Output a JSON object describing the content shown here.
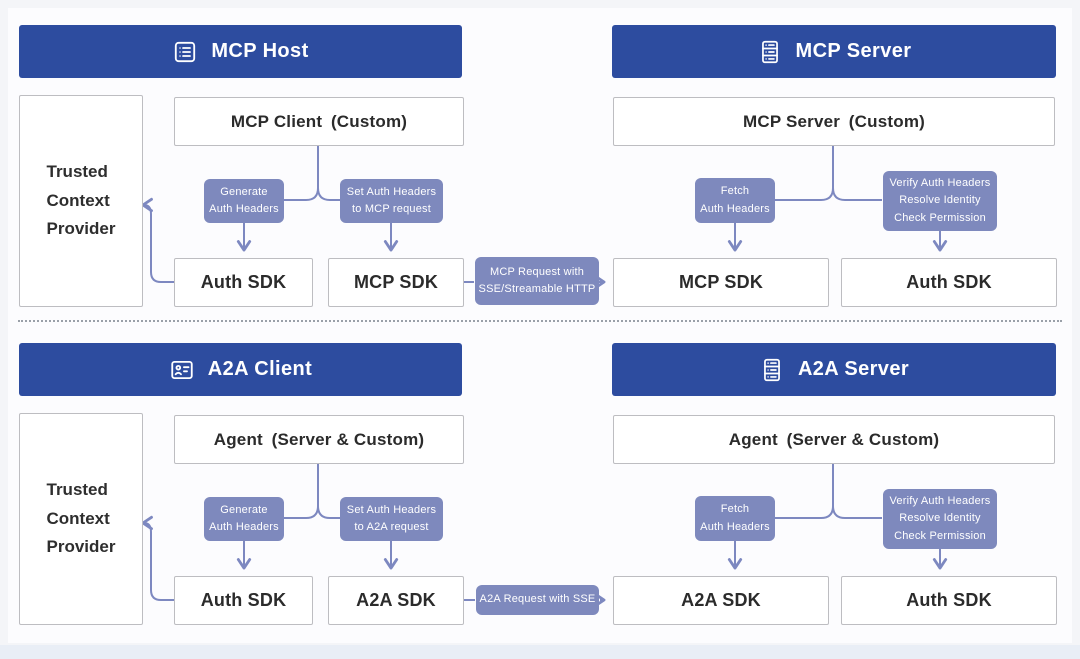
{
  "colors": {
    "header_blue": "#2d4c9f",
    "badge_purple": "#7e89bd",
    "connector": "#7d88c0",
    "box_border": "#bdbdc1",
    "text_dark": "#2b2b2b",
    "canvas_bg": "#fcfcfe",
    "bottom_band": "#e9eef6"
  },
  "trusted_context_provider": {
    "label": "Trusted\nContext\nProvider"
  },
  "top": {
    "host": {
      "header": {
        "label": "MCP Host",
        "icon": "list-icon"
      },
      "main_box": {
        "label": "MCP Client (Custom)"
      },
      "generate_badge": {
        "label": "Generate\nAuth Headers"
      },
      "set_badge": {
        "label": "Set Auth Headers\nto MCP request"
      },
      "auth_sdk": {
        "label": "Auth SDK"
      },
      "protocol_sdk": {
        "label": "MCP SDK"
      }
    },
    "server": {
      "header": {
        "label": "MCP Server",
        "icon": "server-icon"
      },
      "main_box": {
        "label": "MCP Server (Custom)"
      },
      "fetch_badge": {
        "label": "Fetch\nAuth Headers"
      },
      "verify_badge": {
        "label": "Verify Auth Headers\nResolve Identity\nCheck Permission"
      },
      "protocol_sdk": {
        "label": "MCP SDK"
      },
      "auth_sdk": {
        "label": "Auth SDK"
      }
    },
    "request_badge": {
      "label": "MCP Request with\nSSE/Streamable HTTP"
    }
  },
  "bottom": {
    "host": {
      "header": {
        "label": "A2A Client",
        "icon": "id-card-icon"
      },
      "main_box": {
        "label": "Agent (Server & Custom)"
      },
      "generate_badge": {
        "label": "Generate\nAuth Headers"
      },
      "set_badge": {
        "label": "Set Auth Headers\nto A2A request"
      },
      "auth_sdk": {
        "label": "Auth SDK"
      },
      "protocol_sdk": {
        "label": "A2A SDK"
      }
    },
    "server": {
      "header": {
        "label": "A2A Server",
        "icon": "server-icon"
      },
      "main_box": {
        "label": "Agent (Server & Custom)"
      },
      "fetch_badge": {
        "label": "Fetch\nAuth Headers"
      },
      "verify_badge": {
        "label": "Verify Auth Headers\nResolve Identity\nCheck Permission"
      },
      "protocol_sdk": {
        "label": "A2A SDK"
      },
      "auth_sdk": {
        "label": "Auth SDK"
      }
    },
    "request_badge": {
      "label": "A2A Request with SSE"
    }
  }
}
